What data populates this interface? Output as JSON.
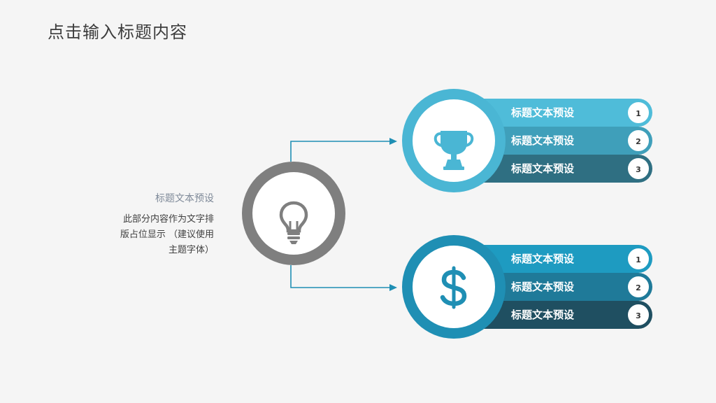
{
  "title": "点击输入标题内容",
  "left": {
    "heading": "标题文本预设",
    "body_lines": [
      "此部分内容作为文字排",
      "版占位显示 （建议使用",
      "主题字体）"
    ]
  },
  "colors": {
    "center_ring": "#7f7f7f",
    "top_ring": "#4ab6d4",
    "bottom_ring": "#1f8fb4",
    "connector": "#1f8fb4"
  },
  "top_group": {
    "icon": "trophy-icon",
    "items": [
      {
        "label": "标题文本预设",
        "number": "1",
        "color": "#4fbcd9"
      },
      {
        "label": "标题文本预设",
        "number": "2",
        "color": "#3f9fba"
      },
      {
        "label": "标题文本预设",
        "number": "3",
        "color": "#2f6f82"
      }
    ]
  },
  "bottom_group": {
    "icon": "dollar-icon",
    "items": [
      {
        "label": "标题文本预设",
        "number": "1",
        "color": "#1e9bc1"
      },
      {
        "label": "标题文本预设",
        "number": "2",
        "color": "#1f7a99"
      },
      {
        "label": "标题文本预设",
        "number": "3",
        "color": "#1f4f61"
      }
    ]
  },
  "center_icon": "lightbulb-icon"
}
